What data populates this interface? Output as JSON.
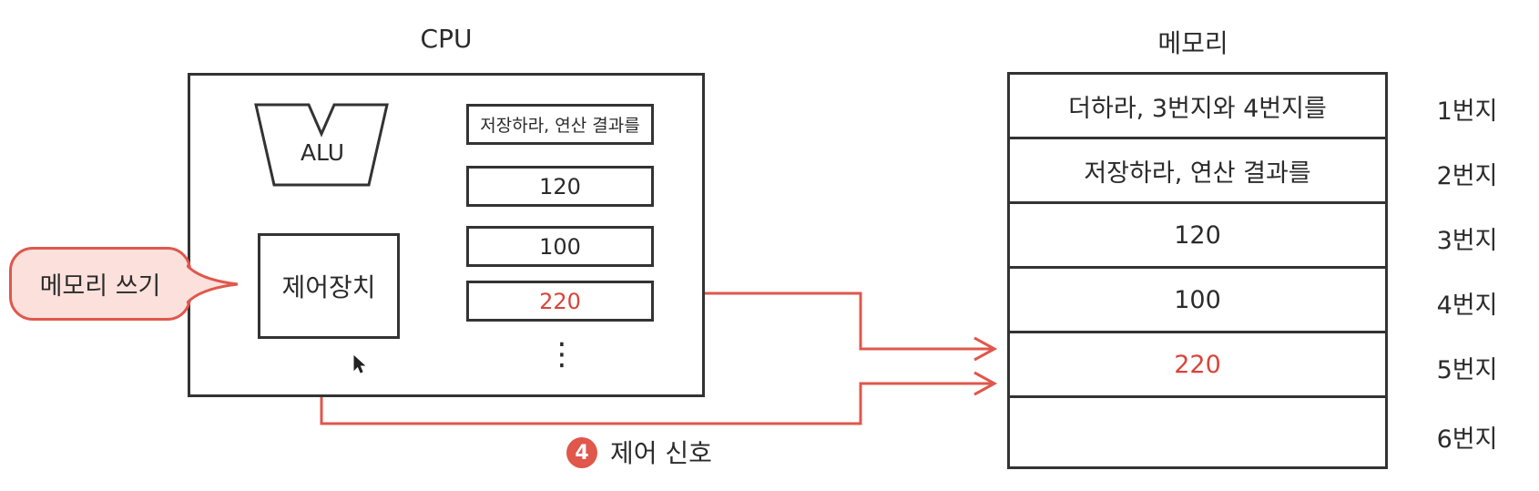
{
  "cpu": {
    "title": "CPU",
    "alu_label": "ALU",
    "control_unit_label": "제어장치",
    "registers": [
      {
        "value": "저장하라, 연산 결과를",
        "highlight": false
      },
      {
        "value": "120",
        "highlight": false
      },
      {
        "value": "100",
        "highlight": false
      },
      {
        "value": "220",
        "highlight": true
      }
    ],
    "more": "⋮"
  },
  "callout": {
    "text": "메모리 쓰기"
  },
  "signal": {
    "step": "4",
    "label": "제어 신호"
  },
  "memory": {
    "title": "메모리",
    "cells": [
      {
        "content": "더하라, 3번지와 4번지를",
        "address": "1번지",
        "highlight": false
      },
      {
        "content": "저장하라, 연산 결과를",
        "address": "2번지",
        "highlight": false
      },
      {
        "content": "120",
        "address": "3번지",
        "highlight": false
      },
      {
        "content": "100",
        "address": "4번지",
        "highlight": false
      },
      {
        "content": "220",
        "address": "5번지",
        "highlight": true
      },
      {
        "content": "",
        "address": "6번지",
        "highlight": false
      }
    ]
  },
  "colors": {
    "accent": "#e0574c",
    "highlight_text": "#d9443a",
    "bubble_fill": "#fbe0dc",
    "line": "#333333"
  }
}
